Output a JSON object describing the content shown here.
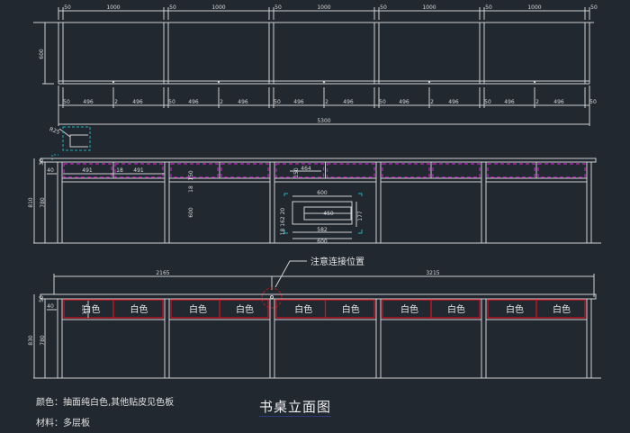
{
  "drawing": {
    "title": "书桌立面图",
    "notes": {
      "color": "颜色：抽面纯白色,其他贴皮见色板",
      "material": "材料：多层板"
    },
    "colors": {
      "background": "#212830",
      "line": "#d0d0d0",
      "drawer_dashed": "#c020c0",
      "annotation_dashed": "#20b0b8",
      "drawer_red": "#d01020",
      "callout_circle": "#c01818"
    }
  },
  "plan_view": {
    "top_dims": [
      "50",
      "1000",
      "50",
      "1000",
      "50",
      "1000",
      "50",
      "1000",
      "50",
      "1000",
      "50"
    ],
    "depth_dim": "600",
    "bottom_dims": [
      "50",
      "496",
      "2",
      "496",
      "50",
      "496",
      "2",
      "496",
      "50",
      "496",
      "2",
      "496",
      "50",
      "496",
      "2",
      "496",
      "50",
      "496",
      "2",
      "496",
      "50"
    ],
    "total_length": "5300"
  },
  "elevation_1": {
    "radius_label": "R25",
    "height_total": "810",
    "height_leg": "780",
    "top_thickness": "30",
    "apron_height": "40",
    "drawer_widths": [
      "491",
      "491"
    ],
    "gap": "18",
    "panel_height": "600",
    "gap2": "18",
    "drawer_width_2": "464",
    "drawer_height": "150",
    "detail": {
      "width_top": "600",
      "inner_width": "450",
      "inner_width_2": "582",
      "width_bottom": "600",
      "left_dims": [
        "18",
        "162",
        "20"
      ],
      "right_dim": "177"
    }
  },
  "elevation_2": {
    "height_total": "830",
    "height_leg": "780",
    "top_thickness": "50",
    "apron_height": "40",
    "drawer_height": "177",
    "span_left": "2165",
    "span_right": "3215",
    "callout": "注意连接位置",
    "drawer_labels": [
      "白色",
      "白色",
      "白色",
      "白色",
      "白色",
      "白色",
      "白色",
      "白色",
      "白色",
      "白色"
    ]
  }
}
